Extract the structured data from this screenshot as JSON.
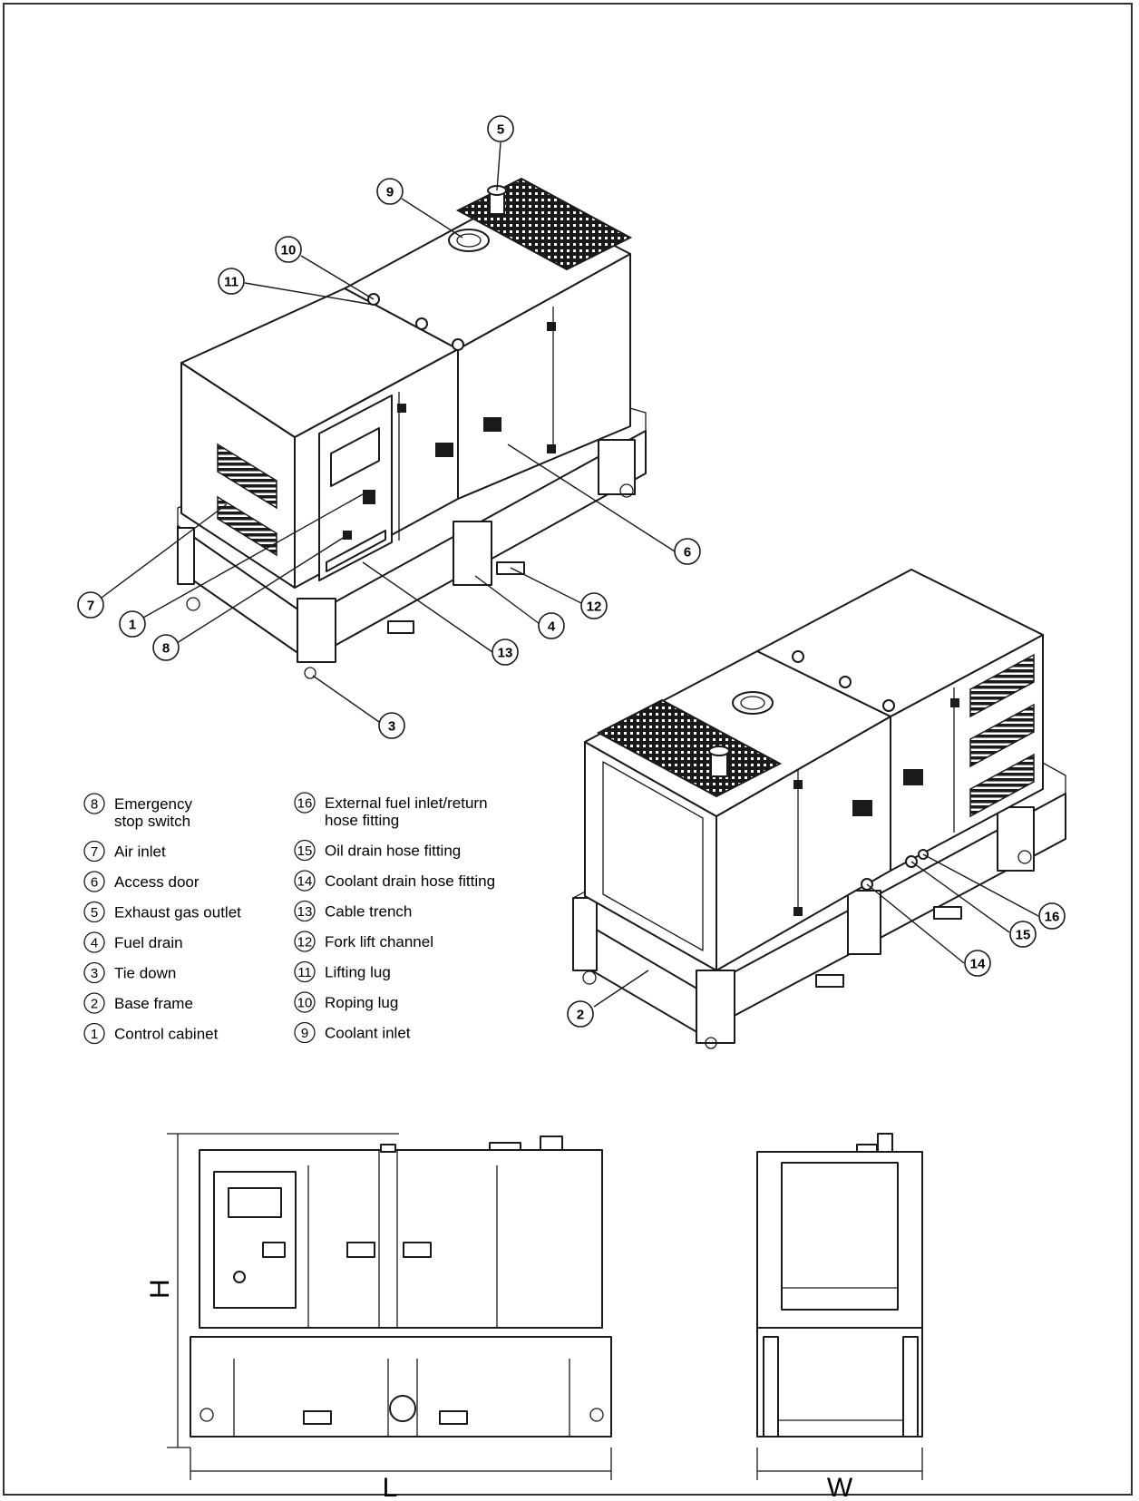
{
  "legend_left": [
    {
      "num": "8",
      "lines": [
        "Emergency",
        "stop switch"
      ]
    },
    {
      "num": "7",
      "lines": [
        "Air inlet"
      ]
    },
    {
      "num": "6",
      "lines": [
        "Access door"
      ]
    },
    {
      "num": "5",
      "lines": [
        "Exhaust gas outlet"
      ]
    },
    {
      "num": "4",
      "lines": [
        "Fuel  drain"
      ]
    },
    {
      "num": "3",
      "lines": [
        "Tie down"
      ]
    },
    {
      "num": "2",
      "lines": [
        "Base frame"
      ]
    },
    {
      "num": "1",
      "lines": [
        "Control cabinet"
      ]
    }
  ],
  "legend_right": [
    {
      "num": "16",
      "lines": [
        "External fuel inlet/return",
        "hose fitting"
      ]
    },
    {
      "num": "15",
      "lines": [
        "Oil drain hose fitting"
      ]
    },
    {
      "num": "14",
      "lines": [
        "Coolant drain hose fitting"
      ]
    },
    {
      "num": "13",
      "lines": [
        "Cable trench"
      ]
    },
    {
      "num": "12",
      "lines": [
        "Fork lift channel"
      ]
    },
    {
      "num": "11",
      "lines": [
        "Lifting lug"
      ]
    },
    {
      "num": "10",
      "lines": [
        "Roping lug"
      ]
    },
    {
      "num": "9",
      "lines": [
        "Coolant inlet"
      ]
    }
  ],
  "callouts_view1": [
    "5",
    "9",
    "10",
    "11",
    "6",
    "7",
    "1",
    "8",
    "13",
    "4",
    "12",
    "3"
  ],
  "callouts_view2": [
    "16",
    "15",
    "14",
    "2"
  ],
  "dimensions": {
    "height": "H",
    "length": "L",
    "width": "W"
  }
}
